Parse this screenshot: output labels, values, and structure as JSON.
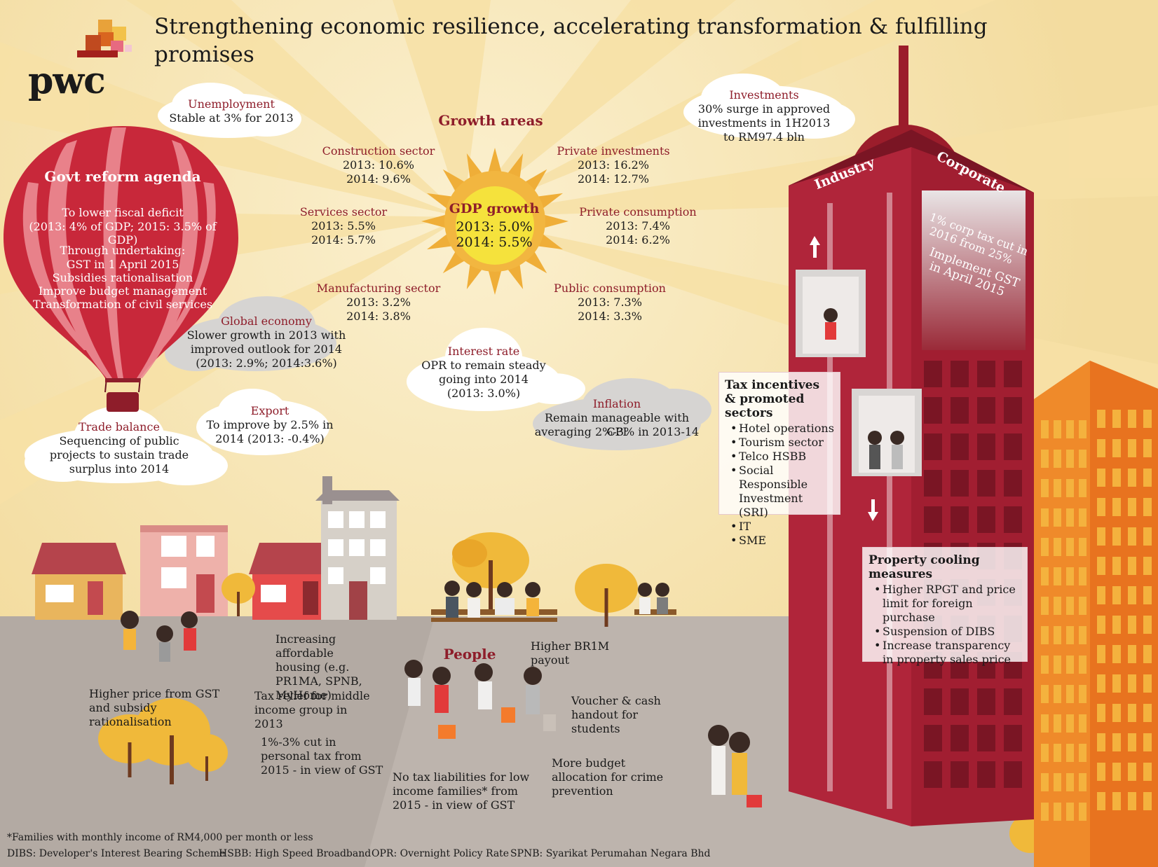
{
  "title": "Strengthening economic resilience, accelerating transformation & fulfilling promises",
  "logo_text": "pwc",
  "unemployment": {
    "label": "Unemployment",
    "text": "Stable at 3% for 2013"
  },
  "balloon": {
    "heading": "Govt reform agenda",
    "line1": "To lower fiscal deficit",
    "line2": "(2013: 4% of GDP; 2015: 3.5% of GDP)",
    "line3": "Through undertaking:",
    "line4": "GST in 1 April 2015",
    "line5": "Subsidies rationalisation",
    "line6": "Improve budget management",
    "line7": "Transformation of civil services"
  },
  "growth_areas": {
    "heading": "Growth areas",
    "gdp": {
      "label": "GDP growth",
      "y2013": "2013: 5.0%",
      "y2014": "2014: 5.5%"
    },
    "construction": {
      "label": "Construction sector",
      "y2013": "2013: 10.6%",
      "y2014": "2014: 9.6%"
    },
    "services": {
      "label": "Services sector",
      "y2013": "2013: 5.5%",
      "y2014": "2014: 5.7%"
    },
    "manufacturing": {
      "label": "Manufacturing sector",
      "y2013": "2013: 3.2%",
      "y2014": "2014: 3.8%"
    },
    "private_investments": {
      "label": "Private investments",
      "y2013": "2013: 16.2%",
      "y2014": "2014: 12.7%"
    },
    "private_consumption": {
      "label": "Private consumption",
      "y2013": "2013: 7.4%",
      "y2014": "2014: 6.2%"
    },
    "public_consumption": {
      "label": "Public consumption",
      "y2013": "2013: 7.3%",
      "y2014": "2014: 3.3%"
    }
  },
  "investments": {
    "label": "Investments",
    "line1": "30% surge in approved",
    "line2": "investments in 1H2013",
    "line3": "to RM97.4 bln"
  },
  "global_economy": {
    "label": "Global economy",
    "line1": "Slower growth in 2013 with",
    "line2": "improved outlook for 2014",
    "line3": "(2013: 2.9%; 2014:3.6%)"
  },
  "interest_rate": {
    "label": "Interest rate",
    "line1": "OPR to remain steady",
    "line2": "going into 2014",
    "line3": "(2013: 3.0%)"
  },
  "inflation": {
    "label": "Inflation",
    "line1": "Remain manageable with CPI",
    "line2": "averaging 2%-3% in 2013-14"
  },
  "export": {
    "label": "Export",
    "line1": "To improve by 2.5% in",
    "line2": "2014 (2013: -0.4%)"
  },
  "trade_balance": {
    "label": "Trade balance",
    "line1": "Sequencing of public",
    "line2": "projects to sustain trade",
    "line3": "surplus into 2014"
  },
  "tower": {
    "industry": "Industry",
    "corporate": "Corporate",
    "window_line1": "1% corp tax cut  in",
    "window_line2": "2016 from 25%",
    "window_line3": "Implement GST",
    "window_line4": "in April 2015"
  },
  "tax_incentives": {
    "heading": "Tax incentives & promoted sectors",
    "items": [
      "Hotel operations",
      "Tourism sector",
      "Telco HSBB",
      "Social Responsible Investment (SRI)",
      "IT",
      "SME"
    ]
  },
  "property": {
    "heading": "Property cooling measures",
    "items": [
      "Higher RPGT and price limit for foreign purchase",
      "Suspension of DIBS",
      "Increase transparency in property sales price"
    ]
  },
  "people": {
    "heading": "People",
    "higher_price": "Higher price from GST and subsidy rationalisation",
    "affordable_housing": "Increasing affordable housing (e.g. PR1MA, SPNB, MyHome)",
    "tax_relief": "Tax relief for middle income group in 2013",
    "personal_tax": "1%-3% cut in personal tax from 2015 - in view of GST",
    "no_tax": "No tax liabilities for low income families* from 2015 - in view of GST",
    "br1m": "Higher BR1M payout",
    "voucher": "Voucher & cash handout for students",
    "crime": "More budget allocation for crime prevention"
  },
  "footnotes": {
    "families": "*Families with monthly income of RM4,000 per month or less",
    "dibs": "DIBS: Developer's Interest Bearing Scheme",
    "hsbb": "HSBB: High Speed Broadband",
    "opr": "OPR: Overnight Policy Rate",
    "spnb": "SPNB: Syarikat Perumahan Negara Bhd"
  },
  "colors": {
    "brand_red": "#8e1d2a",
    "balloon_red": "#c8283a",
    "sun": "#f0b640",
    "tower": "#9b1d2b",
    "sky": "#f6e6b8",
    "ground": "#b9b1aa"
  }
}
